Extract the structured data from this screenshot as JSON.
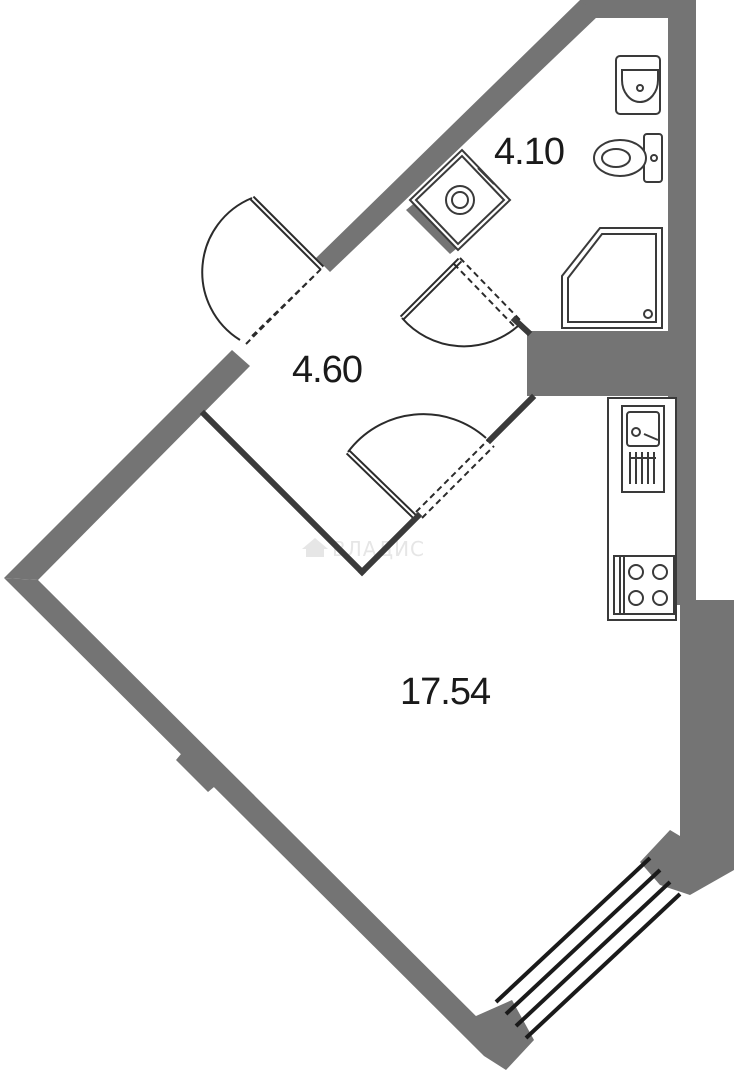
{
  "rooms": {
    "bathroom": {
      "area": "4.10"
    },
    "hallway": {
      "area": "4.60"
    },
    "living": {
      "area": "17.54"
    }
  },
  "watermark": "ВЛАДИС",
  "colors": {
    "wall": "#747474",
    "line": "#2b2b2b",
    "fixture": "#3a3a3a",
    "background": "#ffffff"
  }
}
